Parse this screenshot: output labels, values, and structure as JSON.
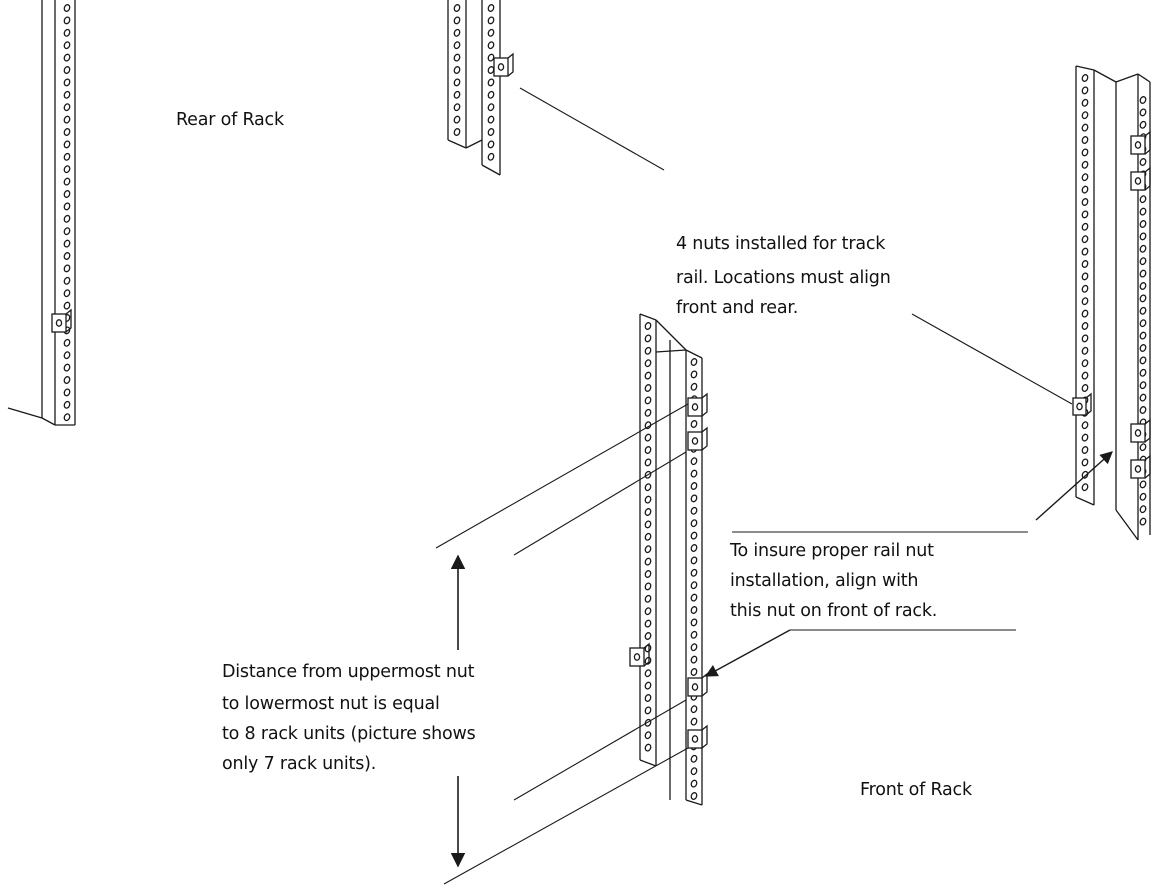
{
  "diagram": {
    "labels": {
      "rear_of_rack": "Rear of Rack",
      "front_of_rack": "Front of Rack",
      "four_nuts": [
        "4 nuts installed for track",
        "rail. Locations must align",
        "front and rear."
      ],
      "insure_proper": [
        "To insure proper rail nut",
        "installation, align with",
        "this nut on front of rack."
      ],
      "distance": [
        "Distance from uppermost nut",
        "to lowermost nut is equal",
        "to 8 rack units (picture shows",
        "only 7 rack units)."
      ]
    },
    "colors": {
      "line": "#1a1a1a",
      "background": "#ffffff"
    }
  }
}
